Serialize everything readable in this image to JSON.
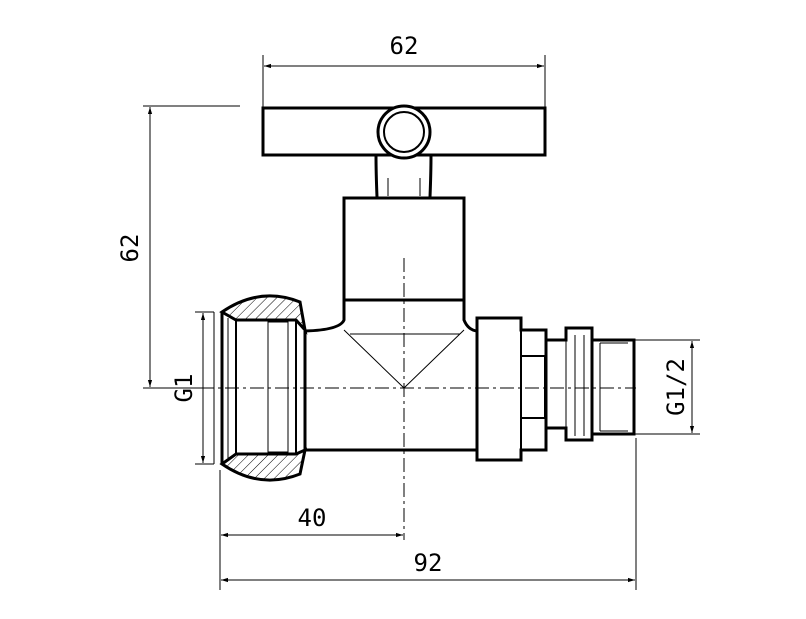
{
  "dimensions": {
    "handle_width": "62",
    "height": "62",
    "inlet_thread": "G1",
    "outlet_thread": "G1/2",
    "inlet_to_axis": "40",
    "overall_length": "92"
  }
}
